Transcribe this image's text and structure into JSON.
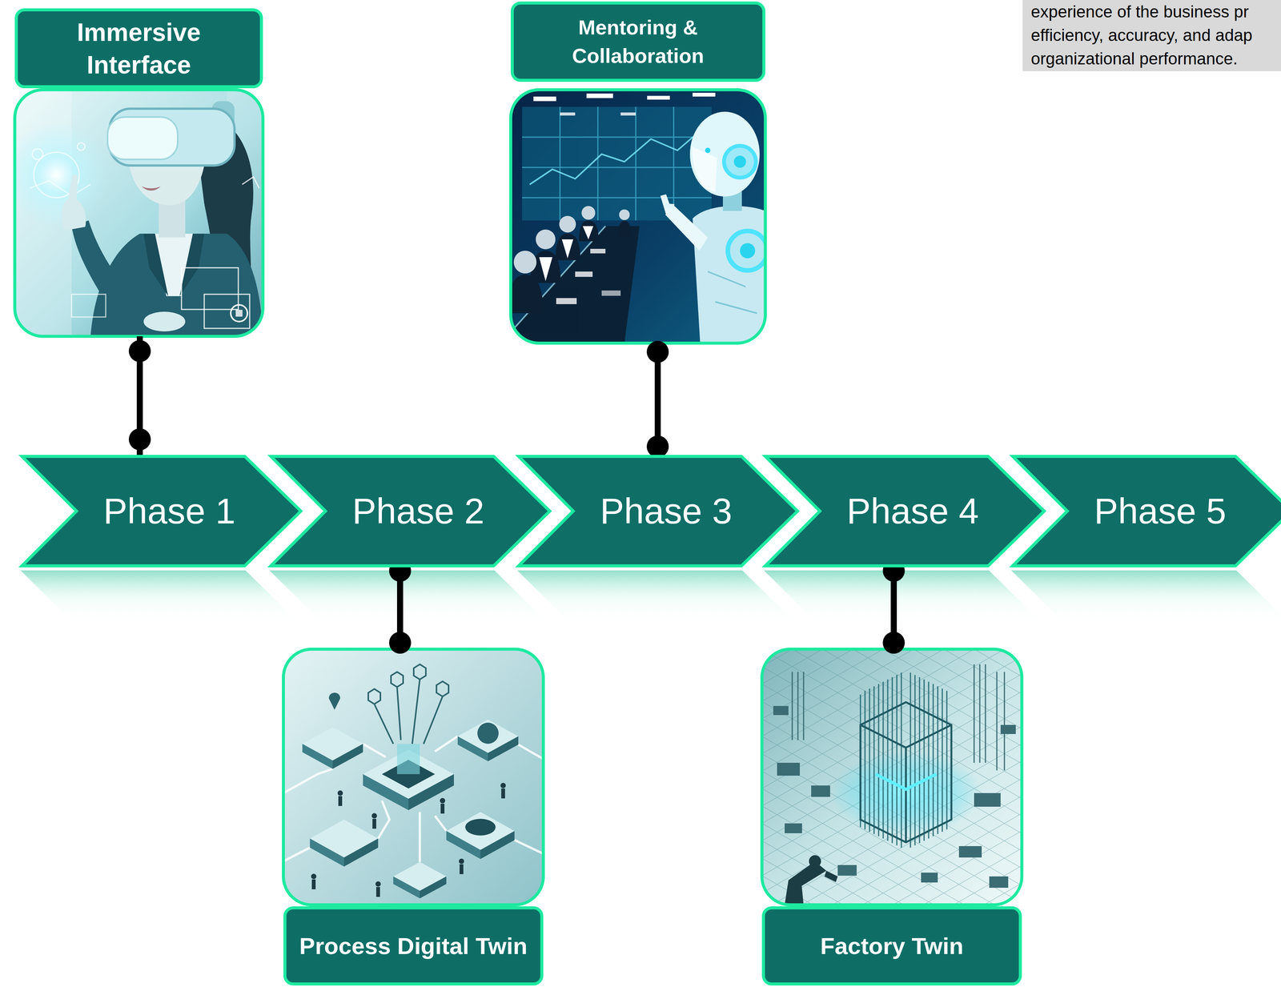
{
  "diagram": {
    "nodes": [
      {
        "text": [
          "Immersive Interface"
        ]
      },
      {
        "text": [
          "Mentoring & Collaboration"
        ]
      },
      {
        "text": [
          "experience of the business pr efficiency, accuracy, and adap organizational performance."
        ]
      },
      {
        "text": [
          "Phase 1"
        ]
      },
      {
        "text": [
          "Phase 2"
        ]
      },
      {
        "text": [
          "Phase 3"
        ]
      },
      {
        "text": [
          "Phase 4"
        ]
      },
      {
        "text": [
          "Phase 5"
        ]
      },
      {
        "text": [
          "Process Digital Twin"
        ]
      },
      {
        "text": [
          "Factory Twin"
        ]
      }
    ],
    "edges": [
      {
        "from": 0,
        "to": 3,
        "arrow": "none"
      },
      {
        "from": 1,
        "to": 5,
        "arrow": "none"
      },
      {
        "from": 8,
        "to": 4,
        "arrow": "none"
      },
      {
        "from": 9,
        "to": 6,
        "arrow": "none"
      }
    ]
  }
}
